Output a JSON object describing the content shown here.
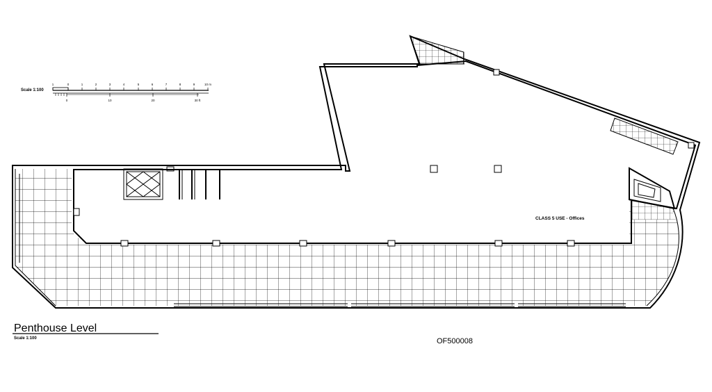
{
  "title": "Penthouse Level",
  "title_scale": "Scale 1:100",
  "scale_bar": {
    "label": "Scale 1:100",
    "metric_ticks": [
      "1",
      "0",
      "1",
      "2",
      "3",
      "4",
      "5",
      "6",
      "7",
      "8",
      "9",
      "10 m"
    ],
    "imperial_ticks": [
      "0",
      "10",
      "20",
      "30 ft"
    ]
  },
  "room_label": "CLASS 5 USE - Offices",
  "drawing_number": "OF500008"
}
